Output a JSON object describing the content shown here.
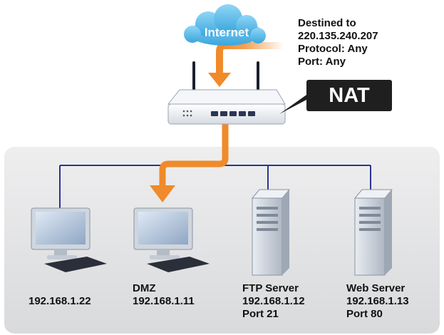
{
  "internet_label": "Internet",
  "nat_label": "NAT",
  "destination": {
    "line1": "Destined to",
    "line2": "220.135.240.207",
    "line3": "Protocol: Any",
    "line4": "Port: Any"
  },
  "hosts": [
    {
      "lines": [
        "192.168.1.22"
      ]
    },
    {
      "lines": [
        "DMZ",
        "192.168.1.11"
      ]
    },
    {
      "lines": [
        "FTP Server",
        "192.168.1.12",
        "Port 21"
      ]
    },
    {
      "lines": [
        "Web Server",
        "192.168.1.13",
        "Port 80"
      ]
    }
  ],
  "colors": {
    "cloud": "#4fb7e8",
    "arrow": "#f08a2a",
    "network_line": "#2a3590",
    "nat_box": "#1f1f1f",
    "floor": "#e3e4e6"
  }
}
